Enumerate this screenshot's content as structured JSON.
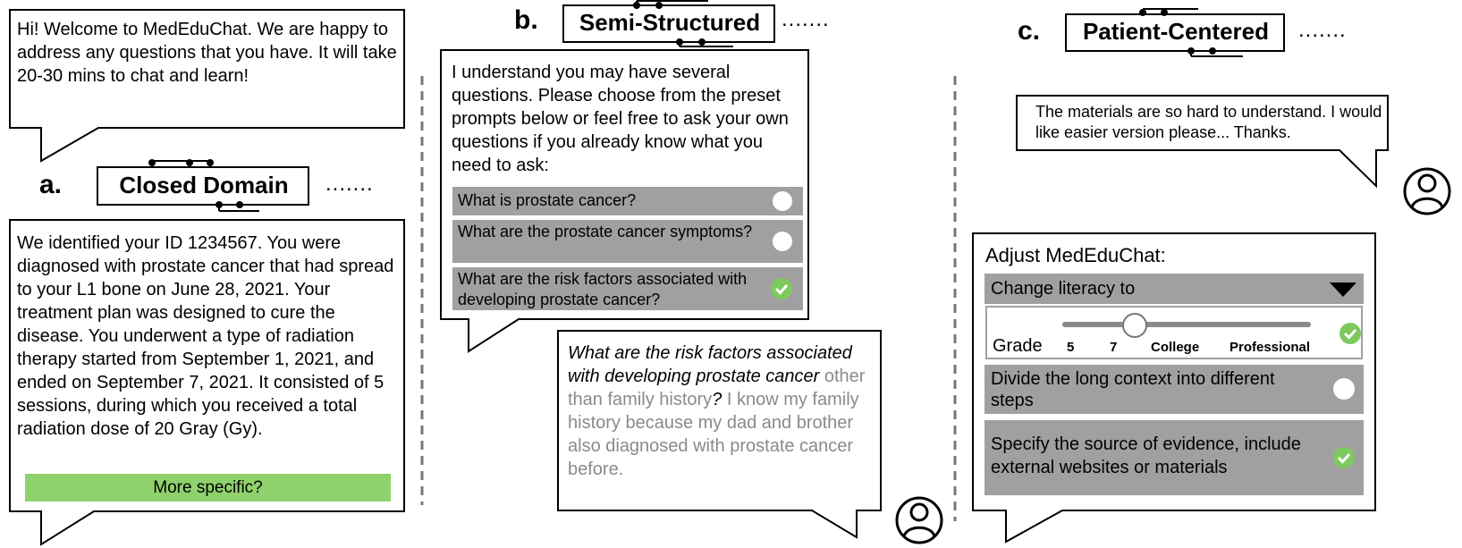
{
  "welcome": {
    "text": "Hi! Welcome to MedEduChat. We are happy to address any questions that you have. It will take 20-30 mins to chat and learn!"
  },
  "section_a": {
    "letter": "a.",
    "title": "Closed Domain",
    "dots": ".......",
    "message": "We identified your ID 1234567. You were diagnosed with prostate cancer that had spread to your L1 bone on June 28, 2021. Your treatment plan was designed to cure the disease. You underwent a type of radiation therapy started from September 1, 2021, and ended on September 7, 2021. It consisted of 5 sessions, during which you received a total radiation dose of 20 Gray (Gy).",
    "button_label": "More specific?",
    "button_color": "#8fd16c"
  },
  "section_b": {
    "letter": "b.",
    "title": "Semi-Structured",
    "dots": ".......",
    "intro": "I understand you may have several questions. Please choose from the preset prompts below or feel free to ask your own questions if you already know what you need to ask:",
    "options": [
      {
        "label": "What is prostate cancer?",
        "state": "unselected"
      },
      {
        "label": "What are the prostate cancer symptoms?",
        "state": "unselected"
      },
      {
        "label": "What are the risk factors associated with developing prostate cancer?",
        "state": "selected"
      }
    ],
    "user_reply": {
      "part1": "What are the risk factors associated with developing prostate cancer",
      "part2": " other than family history",
      "part3": "?",
      "part4": " I know my family history because my dad and brother also diagnosed with prostate cancer before."
    }
  },
  "section_c": {
    "letter": "c.",
    "title": "Patient-Centered",
    "dots": ".......",
    "user_message": "The materials are so hard to understand. I would like easier version please... Thanks.",
    "panel_title": "Adjust MedEduChat:",
    "dropdown_label": "Change literacy to",
    "grade_label": "Grade",
    "grade_ticks": [
      "5",
      "7",
      "College",
      "Professional"
    ],
    "slider_level": "7",
    "options": [
      {
        "label": "Divide the long context into different steps",
        "state": "unselected"
      },
      {
        "label": "Specify the source of evidence, include external websites or materials",
        "state": "selected"
      }
    ]
  },
  "colors": {
    "option_gray": "#a0a0a0",
    "check_green": "#7dc95e",
    "reply_gray": "#8a8a8a"
  }
}
